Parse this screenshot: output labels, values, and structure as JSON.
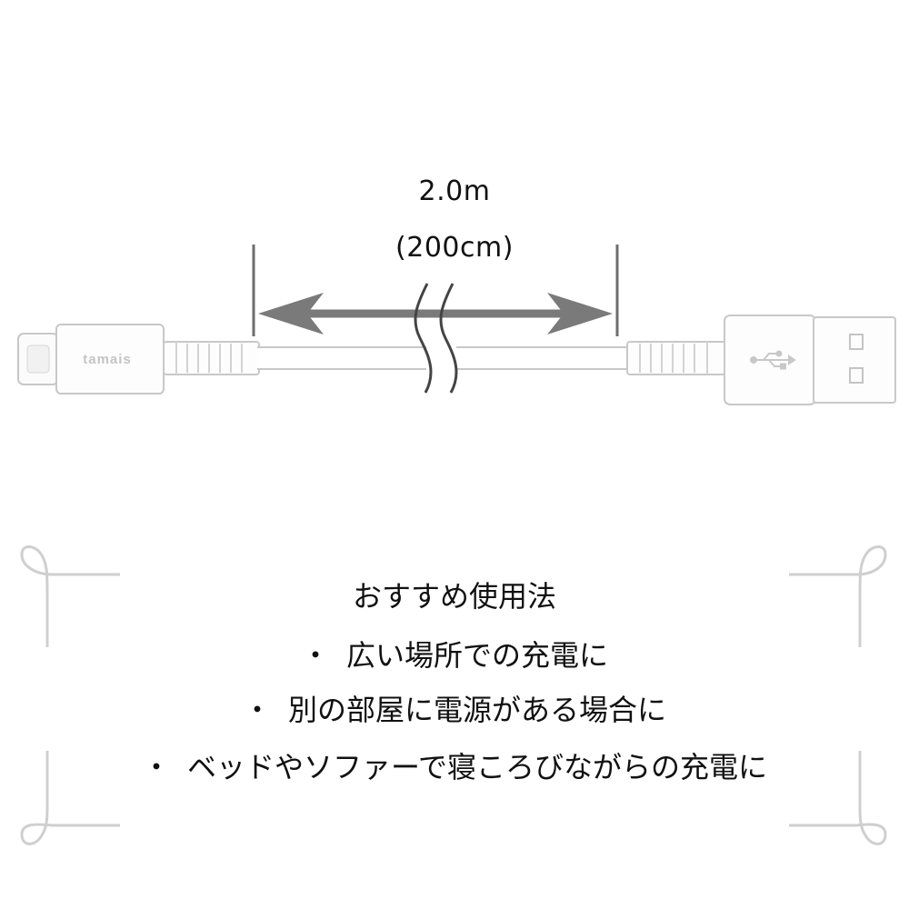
{
  "dimension": {
    "length_m": "2.0m",
    "length_cm": "(200cm)"
  },
  "cable": {
    "brand_mark": "tamais",
    "left_connector": "USB Type-C",
    "right_connector": "USB-A"
  },
  "usage": {
    "title": "おすすめ使用法",
    "bullet": "・",
    "items": [
      "広い場所での充電に",
      "別の部屋に電源がある場合に",
      "ベッドやソファーで寝ころびながらの充電に"
    ]
  },
  "colors": {
    "arrow": "#7a7a7a",
    "cable": "#ffffff",
    "outline": "#c8c8c8",
    "decor": "#cfcfcf",
    "text": "#111111"
  }
}
